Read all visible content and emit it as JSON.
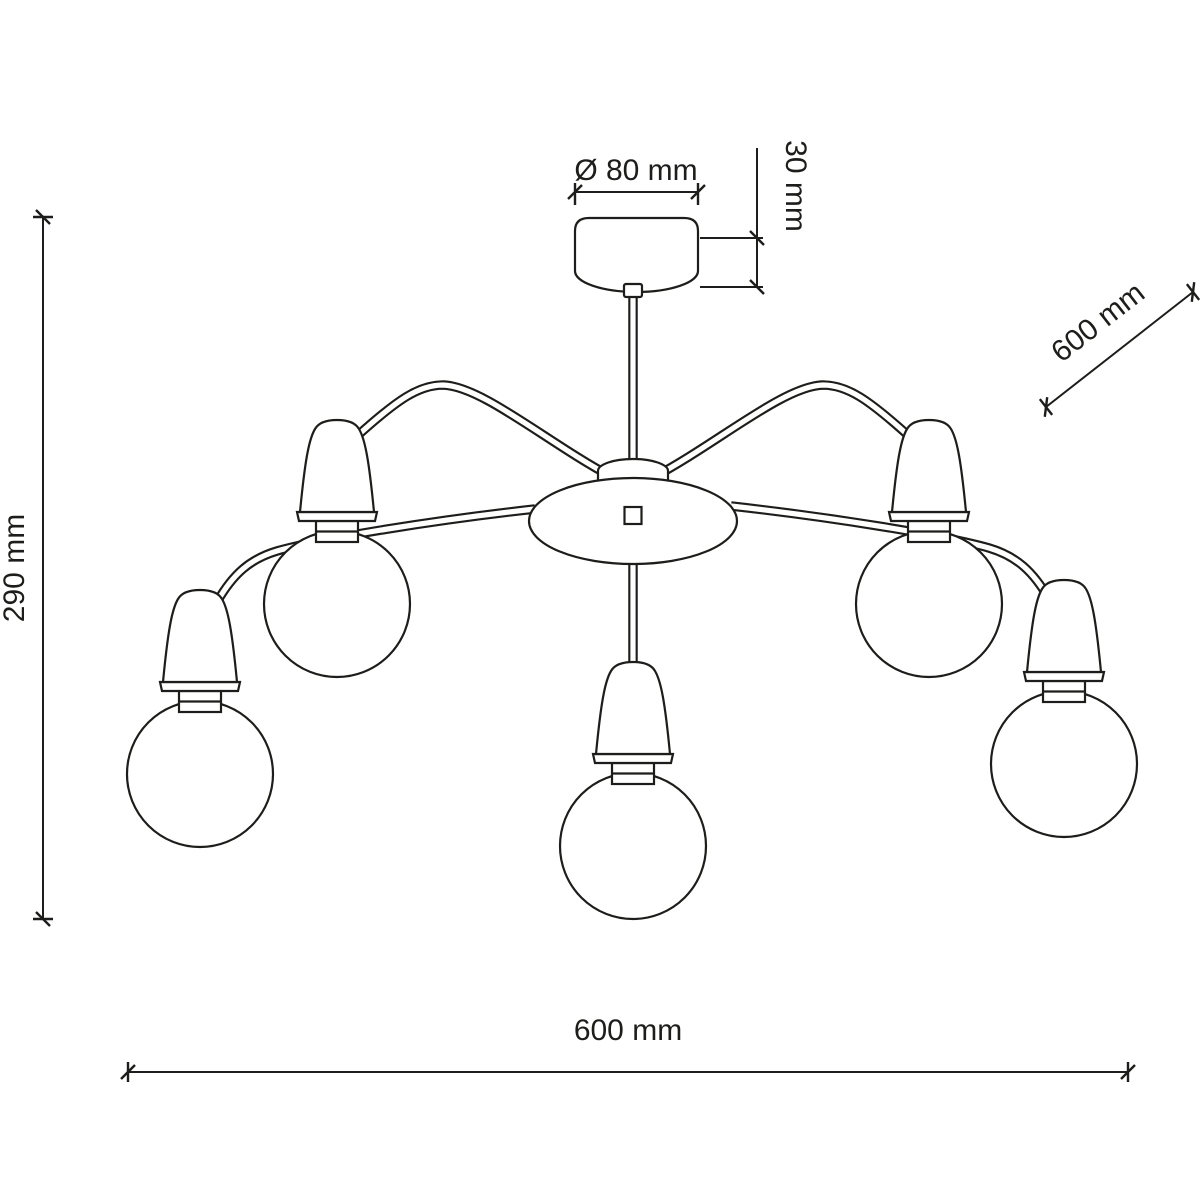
{
  "page": {
    "background_color": "#ffffff",
    "line_color": "#1d1d1b"
  },
  "diagram": {
    "type": "technical-line-drawing",
    "subject": "5-arm ceiling chandelier with bare bulbs, dimension drawing",
    "lamp_count": 5,
    "dimensions": {
      "canopy_diameter_label": "Ø 80 mm",
      "canopy_height_label": "30 mm",
      "arm_reach_label": "600 mm",
      "fixture_height_label": "290 mm",
      "fixture_width_label": "600 mm"
    }
  }
}
